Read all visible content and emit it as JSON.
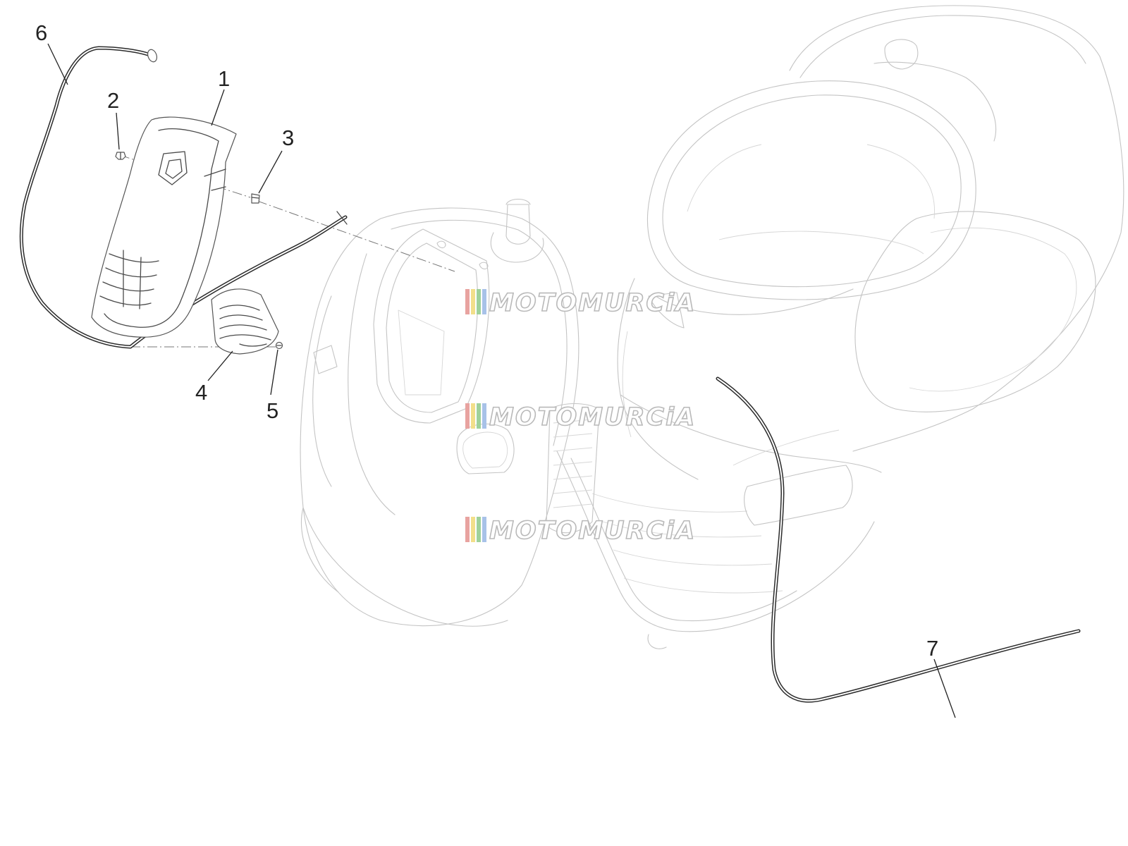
{
  "callouts": [
    {
      "id": "1",
      "label": "1"
    },
    {
      "id": "2",
      "label": "2"
    },
    {
      "id": "3",
      "label": "3"
    },
    {
      "id": "4",
      "label": "4"
    },
    {
      "id": "5",
      "label": "5"
    },
    {
      "id": "6",
      "label": "6"
    },
    {
      "id": "7",
      "label": "7"
    }
  ],
  "watermark": {
    "text": "MOTOMURCiA",
    "stripe_colors": [
      "#e8a3a0",
      "#f2df8a",
      "#9fd19a",
      "#a8c2e8"
    ]
  },
  "colors": {
    "ghost_outline": "#c4c4c4",
    "part_outline": "#4a4a4a",
    "trim_strip": "#2b2b2b",
    "label_text": "#222222"
  }
}
